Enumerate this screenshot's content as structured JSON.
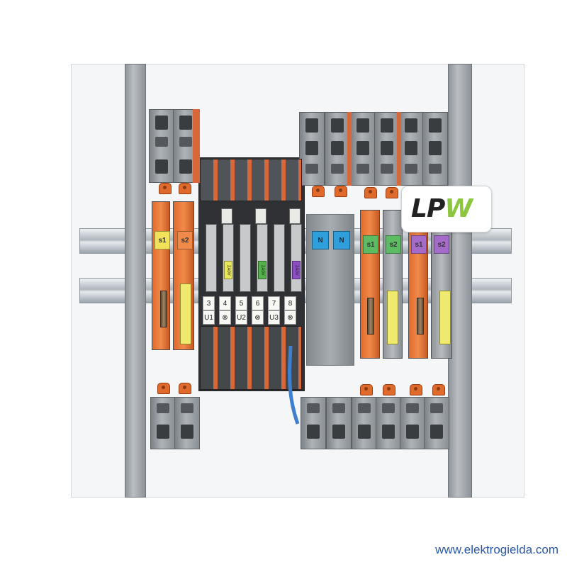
{
  "photo": {
    "subject": "LPW terminal block assembly",
    "background_color": "#ffffff"
  },
  "logo": {
    "prefix": "LP",
    "highlight": "W",
    "text_color": "#222222",
    "highlight_color": "#8cc63f"
  },
  "watermark": {
    "url": "www.elektrogielda.com",
    "color": "#2a58a8"
  },
  "left_disconnect": {
    "labels": [
      "s1",
      "s2"
    ],
    "colors": [
      "#f2e25a",
      "#f08a4b"
    ]
  },
  "right_disconnect_green": {
    "labels": [
      "s1",
      "s2"
    ],
    "colors": [
      "#5dbb63",
      "#5dbb63"
    ]
  },
  "right_disconnect_purple": {
    "labels": [
      "s1",
      "s2"
    ],
    "colors": [
      "#a46bc9",
      "#a46bc9"
    ]
  },
  "fuse_ratings": [
    "2A0V",
    "2A0V",
    "2A0V"
  ],
  "fuse_colors": [
    "#e8e65a",
    "#53b24a",
    "#8b4fc4"
  ],
  "markers": {
    "top": [
      "3",
      "4",
      "5",
      "6",
      "7",
      "8"
    ],
    "bottom": [
      "U1",
      "⊗",
      "U2",
      "⊗",
      "U3",
      "⊗"
    ]
  },
  "neutral": {
    "labels": [
      "N",
      "N"
    ],
    "color": "#2f9fdc"
  }
}
